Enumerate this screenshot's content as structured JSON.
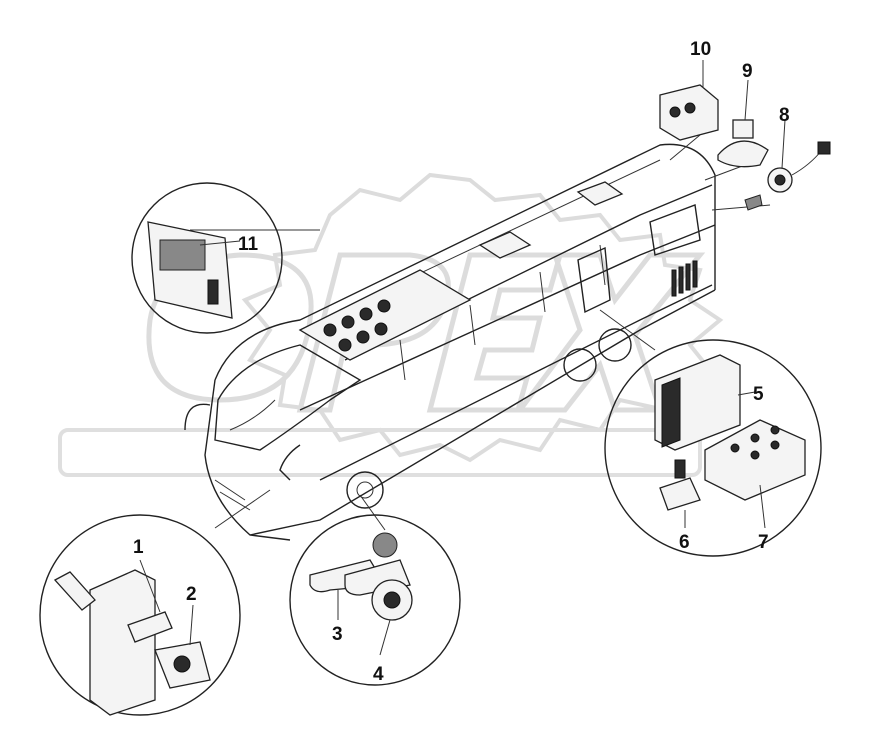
{
  "callouts": [
    {
      "id": "callout-1",
      "text": "1"
    },
    {
      "id": "callout-2",
      "text": "2"
    },
    {
      "id": "callout-3",
      "text": "3"
    },
    {
      "id": "callout-4",
      "text": "4"
    },
    {
      "id": "callout-5",
      "text": "5"
    },
    {
      "id": "callout-6",
      "text": "6"
    },
    {
      "id": "callout-7",
      "text": "7"
    },
    {
      "id": "callout-8",
      "text": "8"
    },
    {
      "id": "callout-9",
      "text": "9"
    },
    {
      "id": "callout-10",
      "text": "10"
    },
    {
      "id": "callout-11",
      "text": "11"
    }
  ],
  "watermark": {
    "text": "OPEX",
    "color": "#d9d9d9"
  },
  "colors": {
    "line": "#222222",
    "background": "#ffffff"
  }
}
